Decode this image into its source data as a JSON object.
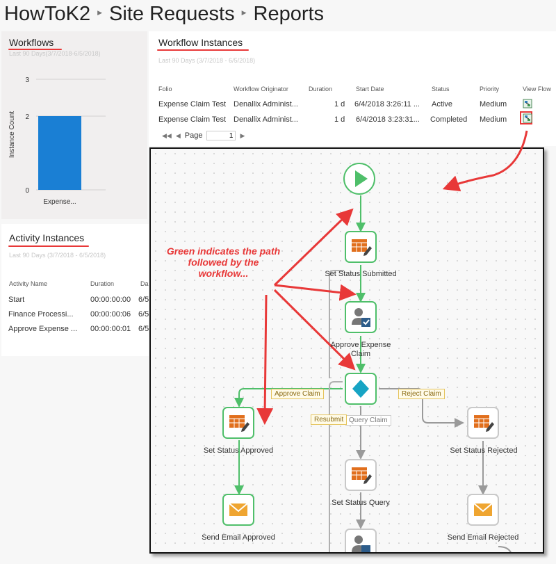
{
  "breadcrumb": [
    "HowToK2",
    "Site Requests",
    "Reports"
  ],
  "workflows": {
    "title": "Workflows",
    "subtitle": "Last 90 Days(3/7/2018-6/5/2018)"
  },
  "chart_data": {
    "type": "bar",
    "categories": [
      "Expense..."
    ],
    "values": [
      2
    ],
    "ylabel": "Instance Count",
    "ylim": [
      0,
      3
    ],
    "yticks": [
      0,
      1,
      2,
      3
    ],
    "ytick_labels": [
      "0",
      "2",
      "3"
    ],
    "bar_color": "#1a7fd4"
  },
  "workflow_instances": {
    "title": "Workflow Instances",
    "subtitle": "Last 90 Days (3/7/2018 - 6/5/2018)",
    "columns": [
      "Folio",
      "Workflow Originator",
      "Duration",
      "Start Date",
      "Status",
      "Priority",
      "View Flow"
    ],
    "rows": [
      [
        "Expense Claim Test",
        "Denallix Administ...",
        "1 d",
        "6/4/2018 3:26:11 ...",
        "Active",
        "Medium"
      ],
      [
        "Expense Claim Test",
        "Denallix Administ...",
        "1 d",
        "6/4/2018 3:23:31...",
        "Completed",
        "Medium"
      ]
    ],
    "pager_label": "Page",
    "page_value": "1"
  },
  "activity_instances": {
    "title": "Activity Instances",
    "subtitle": "Last 90 Days (3/7/2018 - 6/5/2018)",
    "columns": [
      "Activity Name",
      "Duration",
      "Da"
    ],
    "rows": [
      [
        "Start",
        "00:00:00:00",
        "6/5"
      ],
      [
        "Finance Processi...",
        "00:00:00:06",
        "6/5"
      ],
      [
        "Approve Expense ...",
        "00:00:00:01",
        "6/5"
      ]
    ]
  },
  "flow": {
    "annotation": "Green indicates the path followed by the workflow...",
    "nodes": {
      "set_status_submitted": "Set Status Submitted",
      "approve_expense_claim": "Approve Expense Claim",
      "set_status_approved": "Set Status Approved",
      "set_status_rejected": "Set Status Rejected",
      "set_status_query": "Set Status Query",
      "send_email_approved": "Send Email Approved",
      "send_email_rejected": "Send Email Rejected"
    },
    "lines": {
      "approve_claim": "Approve Claim",
      "reject_claim": "Reject Claim",
      "query_claim": "Query Claim",
      "resubmit": "Resubmit"
    }
  },
  "colors": {
    "accent_red": "#e83838",
    "path_green": "#4fbf6a",
    "bar_blue": "#1a7fd4",
    "decision_teal": "#17a4c4"
  }
}
